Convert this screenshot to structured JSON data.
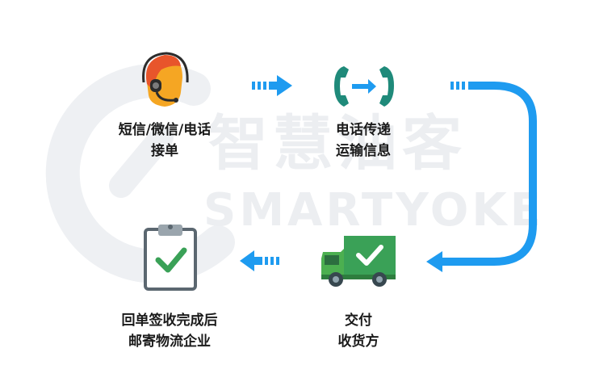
{
  "watermark": {
    "cn": "智慧油客",
    "en": "SMARTYOKE"
  },
  "steps": [
    {
      "line1": "短信/微信/电话",
      "line2": "接单"
    },
    {
      "line1": "电话传递",
      "line2": "运输信息"
    },
    {
      "line1": "交付",
      "line2": "收货方"
    },
    {
      "line1": "回单签收完成后",
      "line2": "邮寄物流企业"
    }
  ],
  "icons": [
    "operator-headset-icon",
    "phone-transfer-icon",
    "delivery-truck-icon",
    "checked-clipboard-icon"
  ],
  "colors": {
    "arrow": "#1e9bf0",
    "green": "#3aa157",
    "text": "#1a1a1a"
  }
}
